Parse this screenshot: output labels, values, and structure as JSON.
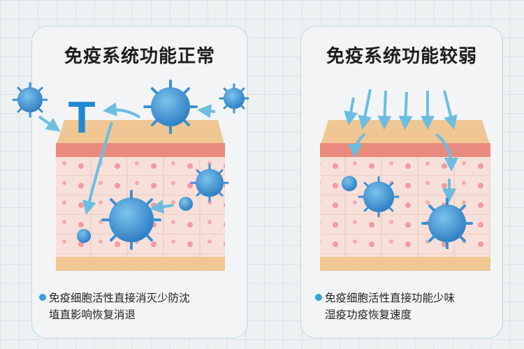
{
  "panels": [
    {
      "title": "免疫系统功能正常",
      "caption_line1": "免疫细胞活性直接消灭少防沈",
      "caption_line2": "埴直影响恢复消退",
      "big_letter": "T"
    },
    {
      "title": "免疫系统功能较弱",
      "caption_line1": "免疫细胞活性直接功能少味",
      "caption_line2": "湿疫功疫恢复速度"
    }
  ],
  "colors": {
    "card_border": "#b8dcd6",
    "virus": "#3a8fd0",
    "arrow": "#6cbde0",
    "skin_top": "#f0c792",
    "skin_red": "#e88b7e",
    "skin_tissue": "#f6ddd5",
    "bullet": "#3a9fd6"
  }
}
